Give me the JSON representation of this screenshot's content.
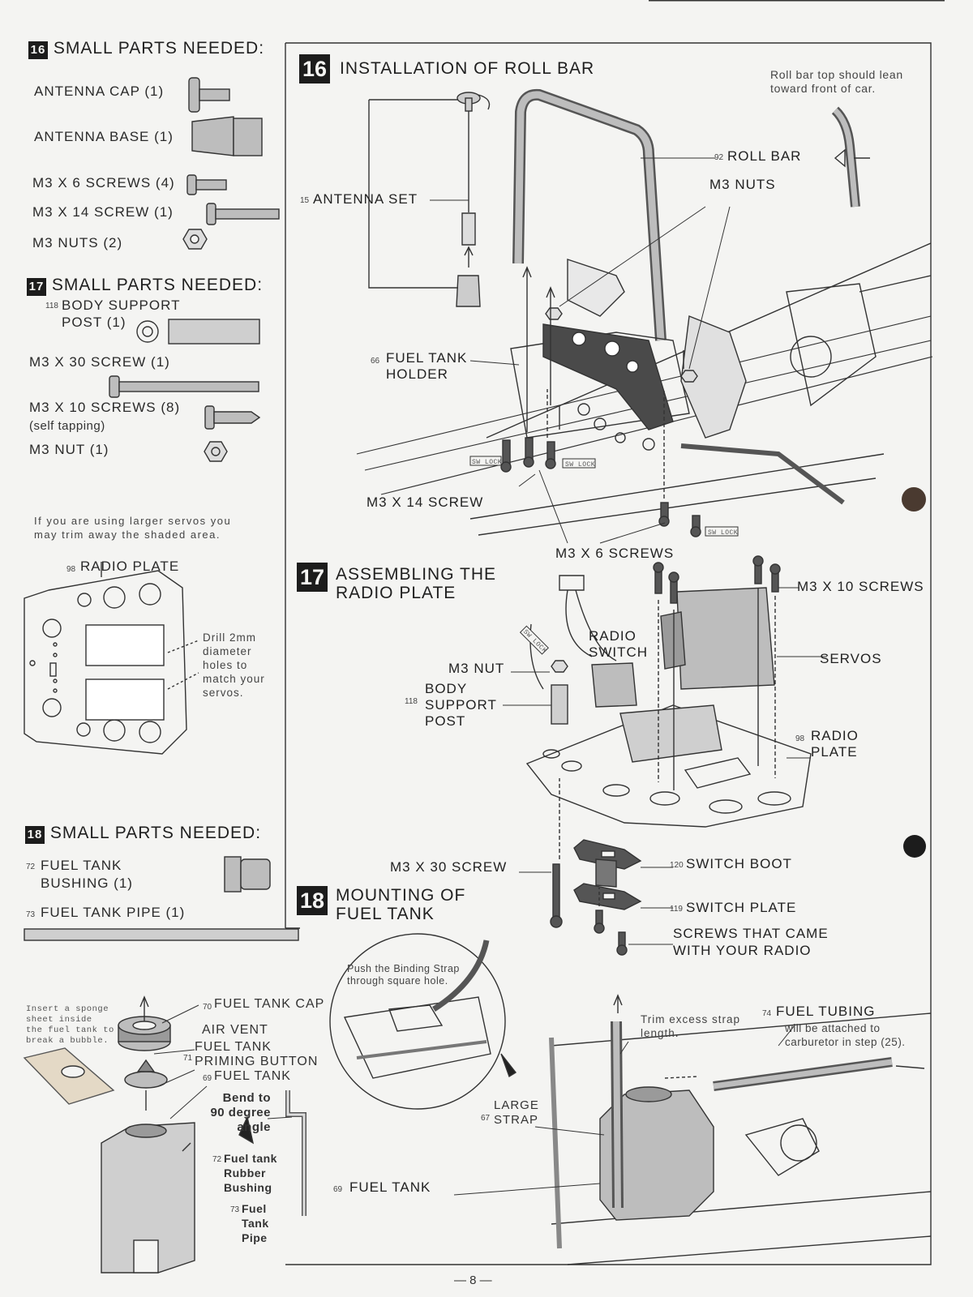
{
  "sidebar": {
    "step16": {
      "badge": "16",
      "title": "SMALL PARTS NEEDED:",
      "parts": [
        {
          "label": "ANTENNA CAP (1)"
        },
        {
          "label": "ANTENNA BASE (1)"
        },
        {
          "label": "M3 X 6 SCREWS (4)"
        },
        {
          "label": "M3 X 14 SCREW (1)"
        },
        {
          "label": "M3 NUTS (2)"
        }
      ]
    },
    "step17": {
      "badge": "17",
      "title": "SMALL PARTS NEEDED:",
      "parts": [
        {
          "num": "118",
          "label": "BODY SUPPORT\nPOST (1)"
        },
        {
          "label": "M3 X 30 SCREW (1)"
        },
        {
          "label": "M3 X 10 SCREWS (8)"
        },
        {
          "label": "(self tapping)"
        },
        {
          "label": "M3 NUT (1)"
        }
      ]
    },
    "trim_note": "If you are using larger servos you\nmay trim away the shaded area.",
    "radio_plate": {
      "num": "98",
      "label": "RADIO PLATE",
      "drill_note": "Drill 2mm\ndiameter\nholes to\nmatch your\nservos."
    },
    "step18": {
      "badge": "18",
      "title": "SMALL PARTS NEEDED:",
      "parts": [
        {
          "num": "72",
          "label": "FUEL TANK\nBUSHING (1)"
        },
        {
          "num": "73",
          "label": "FUEL TANK PIPE (1)"
        }
      ]
    }
  },
  "section16": {
    "badge": "16",
    "title": "INSTALLATION OF ROLL BAR",
    "note": "Roll bar top should lean\ntoward front of car.",
    "labels": {
      "roll_bar": {
        "num": "92",
        "text": "ROLL BAR"
      },
      "m3_nuts": "M3 NUTS",
      "antenna_set": {
        "num": "15",
        "text": "ANTENNA SET"
      },
      "fuel_tank_holder": {
        "num": "66",
        "text": "FUEL TANK\nHOLDER"
      },
      "m3x14": "M3 X 14 SCREW",
      "m3x6": "M3 X 6 SCREWS",
      "lock1": "SW LOCK",
      "lock2": "SW LOCK",
      "lock3": "SW LOCK"
    }
  },
  "section17": {
    "badge": "17",
    "title": "ASSEMBLING THE\nRADIO PLATE",
    "labels": {
      "m3x10": "M3 X 10 SCREWS",
      "radio_switch": "RADIO\nSWITCH",
      "servos": "SERVOS",
      "m3_nut": "M3 NUT",
      "body_post": {
        "num": "118",
        "text": "BODY\nSUPPORT\nPOST"
      },
      "radio_plate": {
        "num": "98",
        "text": "RADIO\nPLATE"
      },
      "m3x30": "M3 X 30 SCREW",
      "switch_boot": {
        "num": "120",
        "text": "SWITCH BOOT"
      },
      "switch_plate": {
        "num": "119",
        "text": "SWITCH PLATE"
      },
      "radio_screws": "SCREWS THAT CAME\nWITH YOUR RADIO",
      "sw_lock": "SW LOCK"
    }
  },
  "section18": {
    "badge": "18",
    "title": "MOUNTING OF\nFUEL TANK",
    "labels": {
      "sponge_note": "Insert a sponge\nsheet inside\nthe fuel tank to\nbreak a bubble.",
      "fuel_tank_cap": {
        "num": "70",
        "text": "FUEL TANK CAP"
      },
      "air_vent": "AIR VENT",
      "priming": {
        "num": "71",
        "text": "FUEL TANK\nPRIMING BUTTON"
      },
      "fuel_tank_top": {
        "num": "69",
        "text": "FUEL TANK"
      },
      "bend": "Bend to\n90 degree angle",
      "bushing": {
        "num": "72",
        "text": "Fuel tank\nRubber\nBushing"
      },
      "pipe": {
        "num": "73",
        "text": "Fuel\nTank\nPipe"
      },
      "binding_note": "Push the Binding Strap\nthrough square hole.",
      "large_strap": {
        "num": "67",
        "text": "LARGE\nSTRAP"
      },
      "fuel_tank_main": {
        "num": "69",
        "text": "FUEL TANK"
      },
      "trim_strap": "Trim excess strap\nlength.",
      "fuel_tubing": {
        "num": "74",
        "text": "FUEL TUBING"
      },
      "tubing_note": "will be attached to\ncarburetor in step (25)."
    }
  },
  "page_number": "— 8 —"
}
